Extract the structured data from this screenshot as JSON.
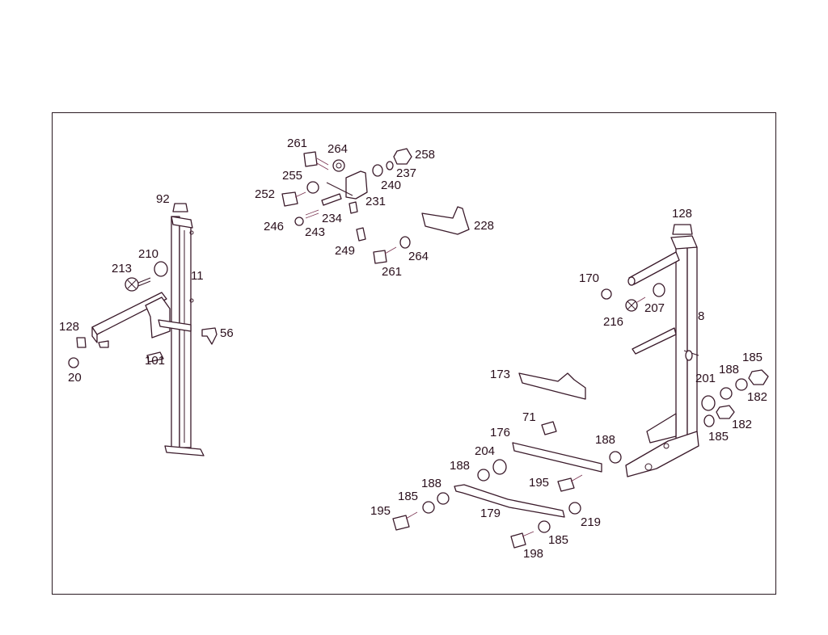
{
  "diagram": {
    "line_color": "#3a1a2a",
    "label_color": "#2a0f1c",
    "callouts": [
      "261",
      "264",
      "258",
      "237",
      "255",
      "240",
      "252",
      "231",
      "234",
      "246",
      "243",
      "249",
      "228",
      "261",
      "264",
      "92",
      "210",
      "213",
      "11",
      "128",
      "56",
      "20",
      "101",
      "128",
      "170",
      "207",
      "216",
      "8",
      "173",
      "185",
      "188",
      "201",
      "182",
      "182",
      "185",
      "71",
      "176",
      "188",
      "204",
      "188",
      "195",
      "185",
      "188",
      "179",
      "195",
      "219",
      "185",
      "198"
    ]
  }
}
